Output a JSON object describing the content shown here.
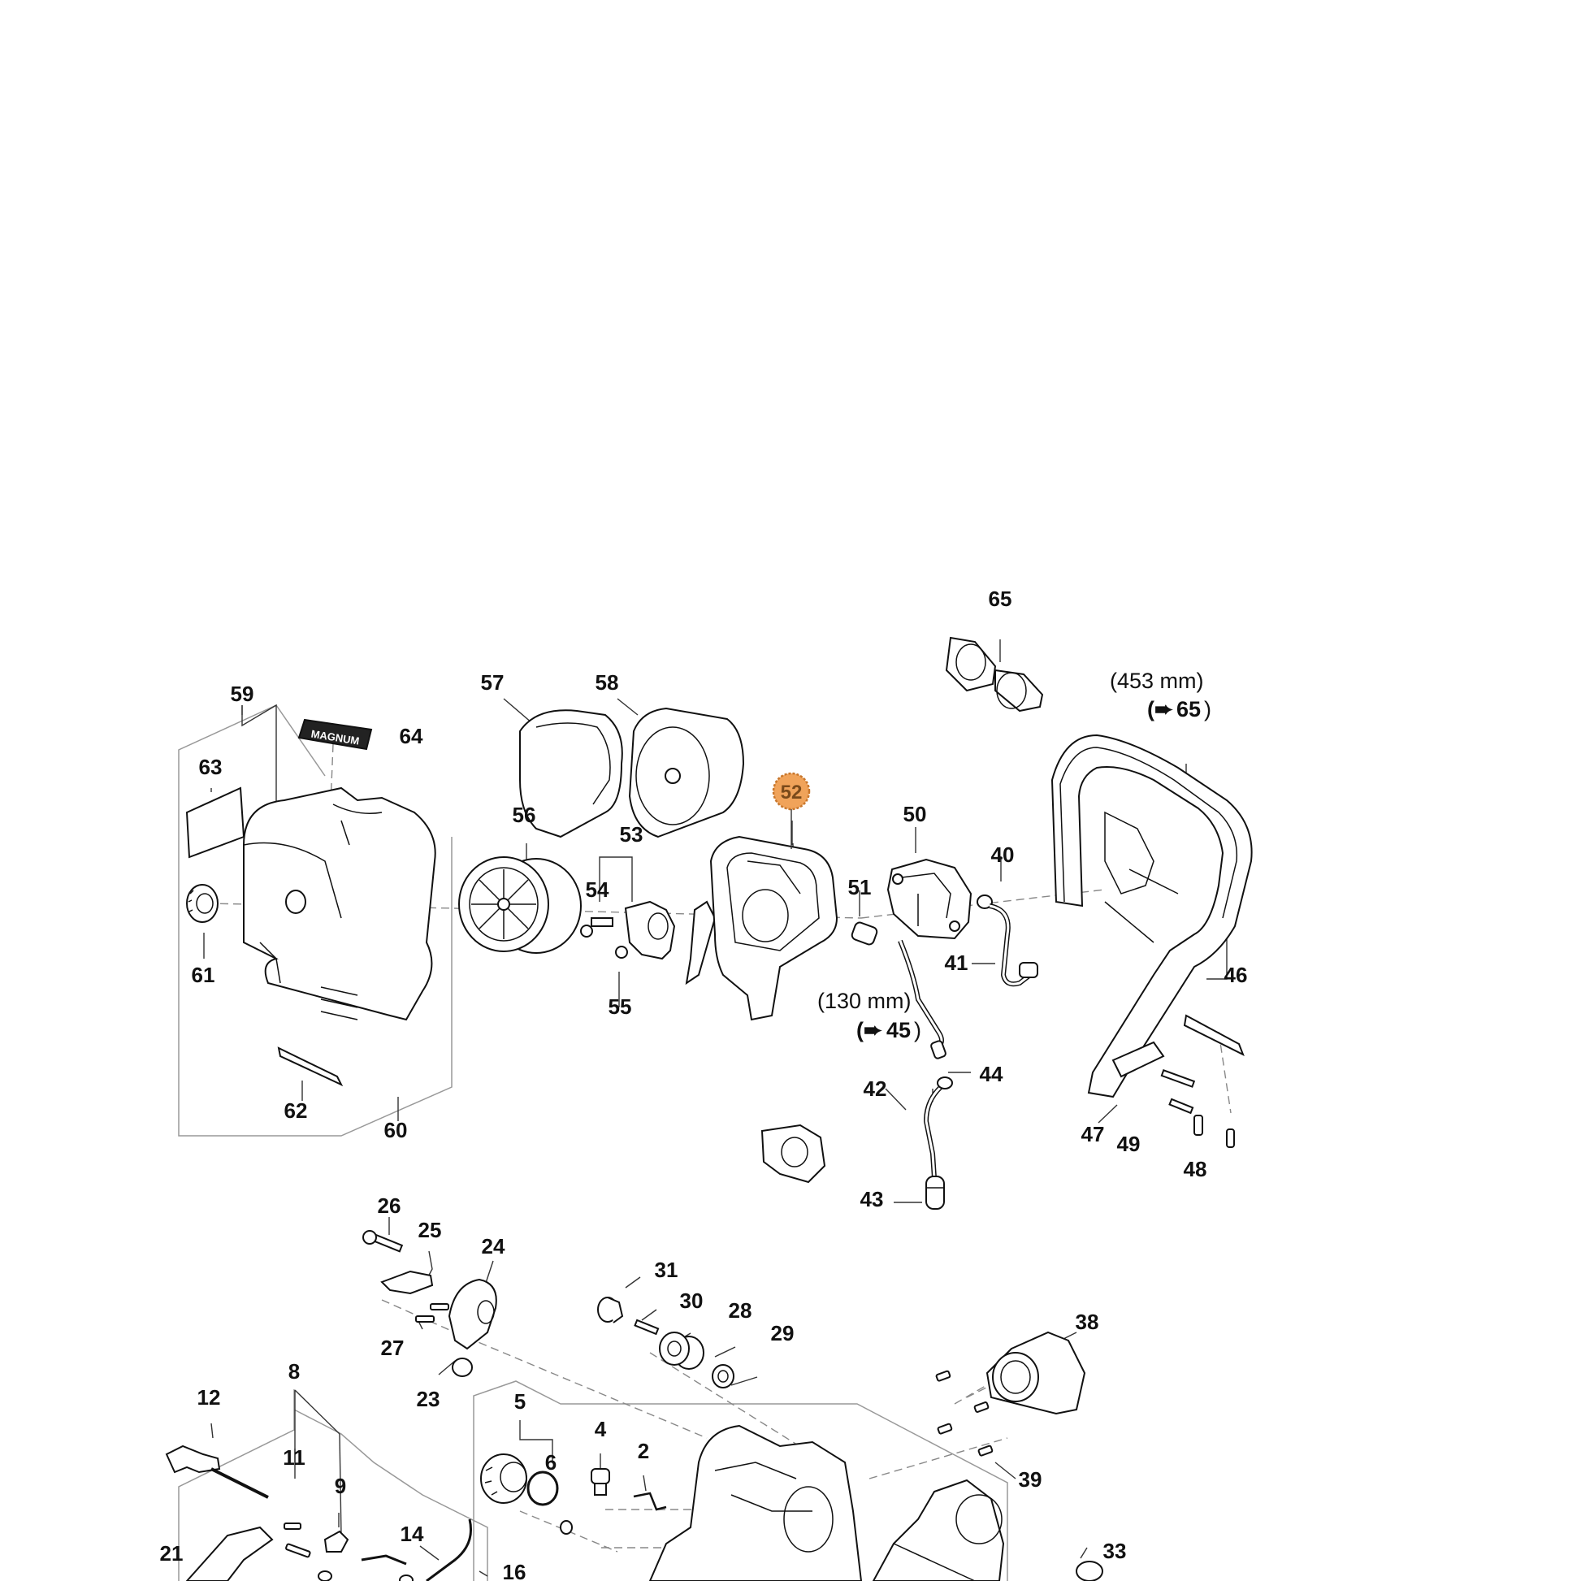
{
  "highlight": {
    "label": "52",
    "color": "#f0a35a",
    "ring": "#c9772c"
  },
  "labels": {
    "l2": "2",
    "l4": "4",
    "l5": "5",
    "l6": "6",
    "l8": "8",
    "l9": "9",
    "l11": "11",
    "l12": "12",
    "l14": "14",
    "l16": "16",
    "l21": "21",
    "l23": "23",
    "l24": "24",
    "l25": "25",
    "l26": "26",
    "l27": "27",
    "l28": "28",
    "l29": "29",
    "l30": "30",
    "l31": "31",
    "l33": "33",
    "l38": "38",
    "l39": "39",
    "l40": "40",
    "l41": "41",
    "l42": "42",
    "l43": "43",
    "l44": "44",
    "l46": "46",
    "l47": "47",
    "l48": "48",
    "l49": "49",
    "l50": "50",
    "l51": "51",
    "l53": "53",
    "l54": "54",
    "l55": "55",
    "l56": "56",
    "l57": "57",
    "l58": "58",
    "l59": "59",
    "l60": "60",
    "l61": "61",
    "l62": "62",
    "l63": "63",
    "l64": "64",
    "l65": "65"
  },
  "notes": {
    "handle_length": "(453 mm)",
    "handle_ref_arrow": "(➨",
    "handle_ref_num": "65",
    "handle_ref_close": ")",
    "hose_length": "(130 mm)",
    "hose_ref_arrow": "(➨",
    "hose_ref_num": "45",
    "hose_ref_close": ")"
  },
  "decal_text": "MAGNUM"
}
